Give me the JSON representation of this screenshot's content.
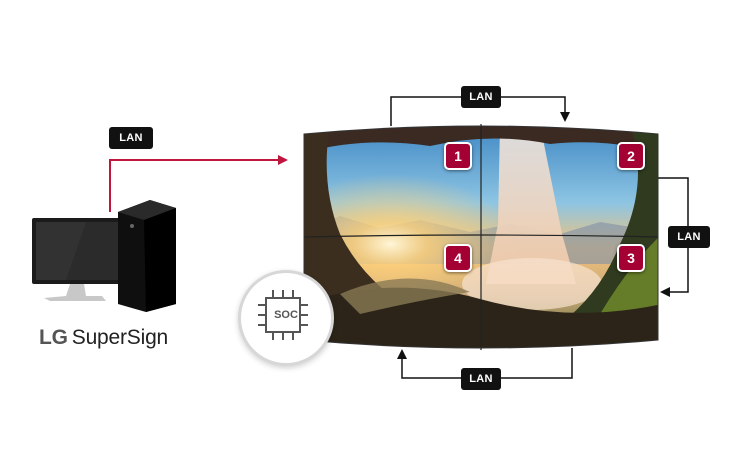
{
  "connection_label": "LAN",
  "brand": {
    "prefix": "LG",
    "name": "SuperSign"
  },
  "soc_label": "SOC",
  "panels": [
    "1",
    "2",
    "3",
    "4"
  ],
  "colors": {
    "accent": "#a50034",
    "tag_bg": "#111111",
    "arrow": "#111111",
    "pc_line": "#c0163e"
  },
  "icons": [
    "pc-icon",
    "monitor-icon",
    "soc-chip-icon"
  ]
}
